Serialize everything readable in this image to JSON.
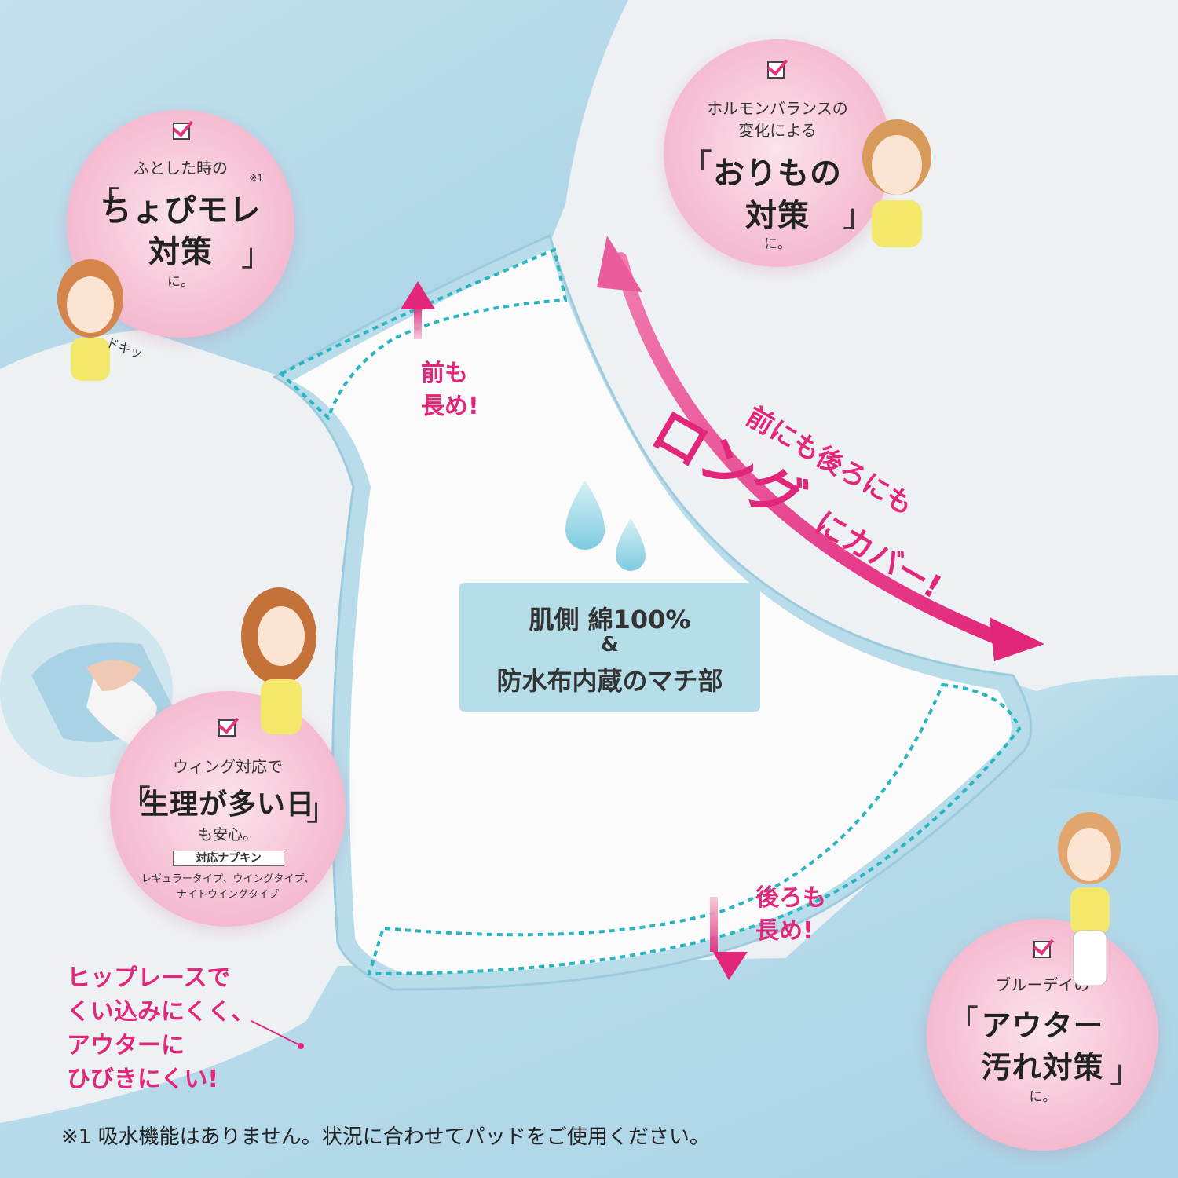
{
  "colors": {
    "fabric_blue": "#b8dcea",
    "pad_white": "#fbfbfb",
    "dash_teal": "#2ab5c0",
    "accent_pink": "#e2267a",
    "bubble_pink": "#f6c2d5",
    "info_box": "#b5dee9"
  },
  "bubbles": {
    "top_left": {
      "lead": "ふとした時の",
      "note": "※1",
      "big_line1": "ちょぴモレ",
      "big_line2": "対策",
      "small": "に。"
    },
    "top_right": {
      "lead_line1": "ホルモンバランスの",
      "lead_line2": "変化による",
      "big_line1": "おりもの",
      "big_line2": "対策",
      "small": "に。"
    },
    "mid_left": {
      "lead": "ウィング対応で",
      "big": "生理が多い日",
      "small": "も安心。",
      "tag": "対応ナプキン",
      "list_line1": "レギュラータイプ、ウイングタイプ、",
      "list_line2": "ナイトウイングタイプ"
    },
    "bottom_right": {
      "lead": "ブルーデイの",
      "big_line1": "アウター",
      "big_line2": "汚れ対策",
      "small": "に。"
    }
  },
  "labels": {
    "front_line1": "前も",
    "front_line2": "長め!",
    "back_line1": "後ろも",
    "back_line2": "長め!",
    "cover_line1": "前にも後ろにも",
    "cover_big": "ロング",
    "cover_line2": "にカバー!",
    "center_line1": "肌側 綿100%",
    "center_line2": "&",
    "center_line3": "防水布内蔵のマチ部",
    "hip_line1": "ヒップレースで",
    "hip_line2": "くい込みにくく、",
    "hip_line3": "アウターに",
    "hip_line4": "ひびきにくい!",
    "doki": "ドキッ"
  },
  "footnote": "※1 吸水機能はありません。状況に合わせてパッドをご使用ください。"
}
